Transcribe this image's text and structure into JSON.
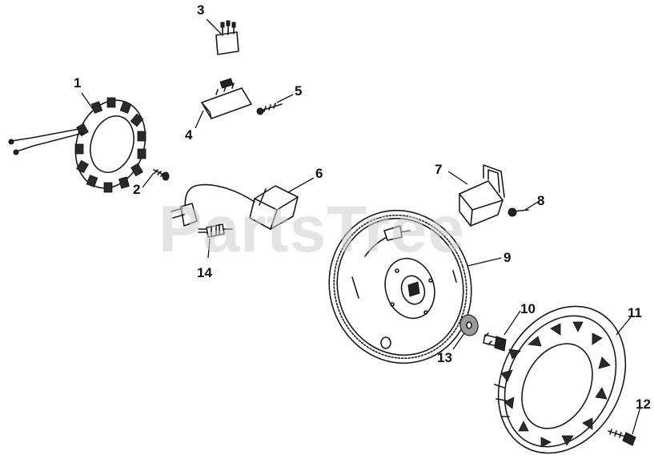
{
  "watermark": {
    "text": "PartsTree"
  },
  "callouts": [
    {
      "id": "1",
      "label": "1"
    },
    {
      "id": "2",
      "label": "2"
    },
    {
      "id": "3",
      "label": "3"
    },
    {
      "id": "4",
      "label": "4"
    },
    {
      "id": "5",
      "label": "5"
    },
    {
      "id": "6",
      "label": "6"
    },
    {
      "id": "7",
      "label": "7"
    },
    {
      "id": "8",
      "label": "8"
    },
    {
      "id": "9",
      "label": "9"
    },
    {
      "id": "10",
      "label": "10"
    },
    {
      "id": "11",
      "label": "11"
    },
    {
      "id": "12",
      "label": "12"
    },
    {
      "id": "13",
      "label": "13"
    },
    {
      "id": "14",
      "label": "14"
    }
  ],
  "colors": {
    "ink": "#1a1a1a",
    "paper": "#ffffff",
    "watermark": "#cfcfcf"
  }
}
